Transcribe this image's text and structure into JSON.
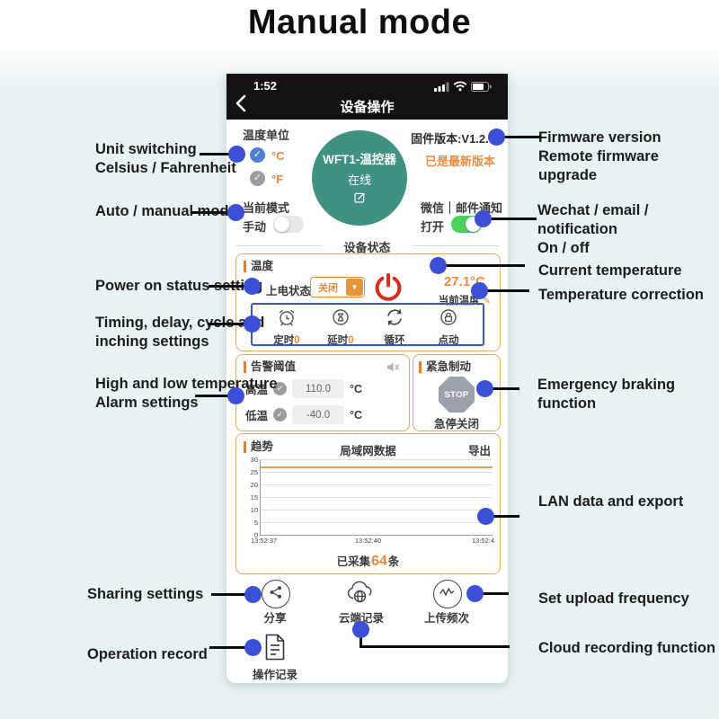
{
  "page": {
    "title": "Manual mode"
  },
  "colors": {
    "accent_orange": "#e8893c",
    "box_border_orange": "#eba768",
    "teal_circle": "#3f9181",
    "toggle_green": "#4cd05e",
    "power_red": "#d2301c",
    "callout_blue": "#3b50d6",
    "blue_box_border": "#4153cc",
    "background_cyan": "#e8f3f3"
  },
  "phone": {
    "status_bar": {
      "time": "1:52"
    },
    "nav": {
      "title": "设备操作"
    },
    "unit": {
      "label": "温度单位",
      "options": [
        {
          "glyph": "✓",
          "label": "°C",
          "checked": true
        },
        {
          "glyph": "✓",
          "label": "°F",
          "checked": false
        }
      ]
    },
    "device": {
      "name": "WFT1-温控器",
      "status": "在线"
    },
    "firmware": {
      "version": "固件版本:V1.2.9",
      "status": "已是最新版本"
    },
    "mode": {
      "label": "当前模式",
      "value": "手动",
      "on": false
    },
    "notify": {
      "label": "微信｜邮件通知",
      "value": "打开",
      "on": true
    },
    "state_divider": "设备状态",
    "temp_box": {
      "title": "温度",
      "power_label": "上电状态:",
      "power_value": "关闭",
      "dropdown_arrow": "▼",
      "current_temp": "27.1°C",
      "current_temp_label": "当前温度",
      "edit_glyph": "✎",
      "timers": [
        {
          "label": "定时",
          "value": "0"
        },
        {
          "label": "延时",
          "value": "0"
        },
        {
          "label": "循环",
          "value": ""
        },
        {
          "label": "点动",
          "value": ""
        }
      ]
    },
    "alarm_box": {
      "title": "告警阈值",
      "rows": [
        {
          "label": "高温",
          "glyph": "✓",
          "value": "110.0",
          "unit": "°C"
        },
        {
          "label": "低温",
          "glyph": "✓",
          "value": "-40.0",
          "unit": "°C"
        }
      ]
    },
    "brake_box": {
      "title": "紧急制动",
      "stop": "STOP",
      "action": "急停关闭"
    },
    "chart_box": {
      "title": "趋势",
      "center_title": "局域网数据",
      "export": "导出",
      "collected_prefix": "已采集",
      "collected_count": "64",
      "collected_suffix": "条"
    },
    "actions": [
      {
        "label": "分享"
      },
      {
        "label": "云端记录"
      },
      {
        "label": "上传频次"
      },
      {
        "label": "操作记录"
      }
    ]
  },
  "chart_data": {
    "type": "line",
    "title": "局域网数据",
    "x_ticks": [
      "13:52:37",
      "13:52:40",
      "13:52:4"
    ],
    "y_ticks": [
      0,
      5,
      10,
      15,
      20,
      25,
      30
    ],
    "ylim": [
      0,
      30
    ],
    "grid": true,
    "series": [
      {
        "name": "当前温度",
        "values": [
          27.1,
          27.1,
          27.1
        ]
      }
    ],
    "samples_collected": 64
  },
  "annotations": {
    "left": [
      "Unit switching\nCelsius / Fahrenheit",
      "Auto / manual mode",
      "Power on status setting",
      "Timing, delay, cycle and\ninching settings",
      "High and low temperature\nAlarm settings",
      "Sharing settings",
      "Operation record"
    ],
    "right": [
      "Firmware version\nRemote firmware upgrade",
      "Wechat / email / notification\nOn / off",
      "Current temperature",
      "Temperature correction",
      "Emergency braking function",
      "LAN data and export",
      "Set upload frequency",
      "Cloud recording function"
    ]
  }
}
